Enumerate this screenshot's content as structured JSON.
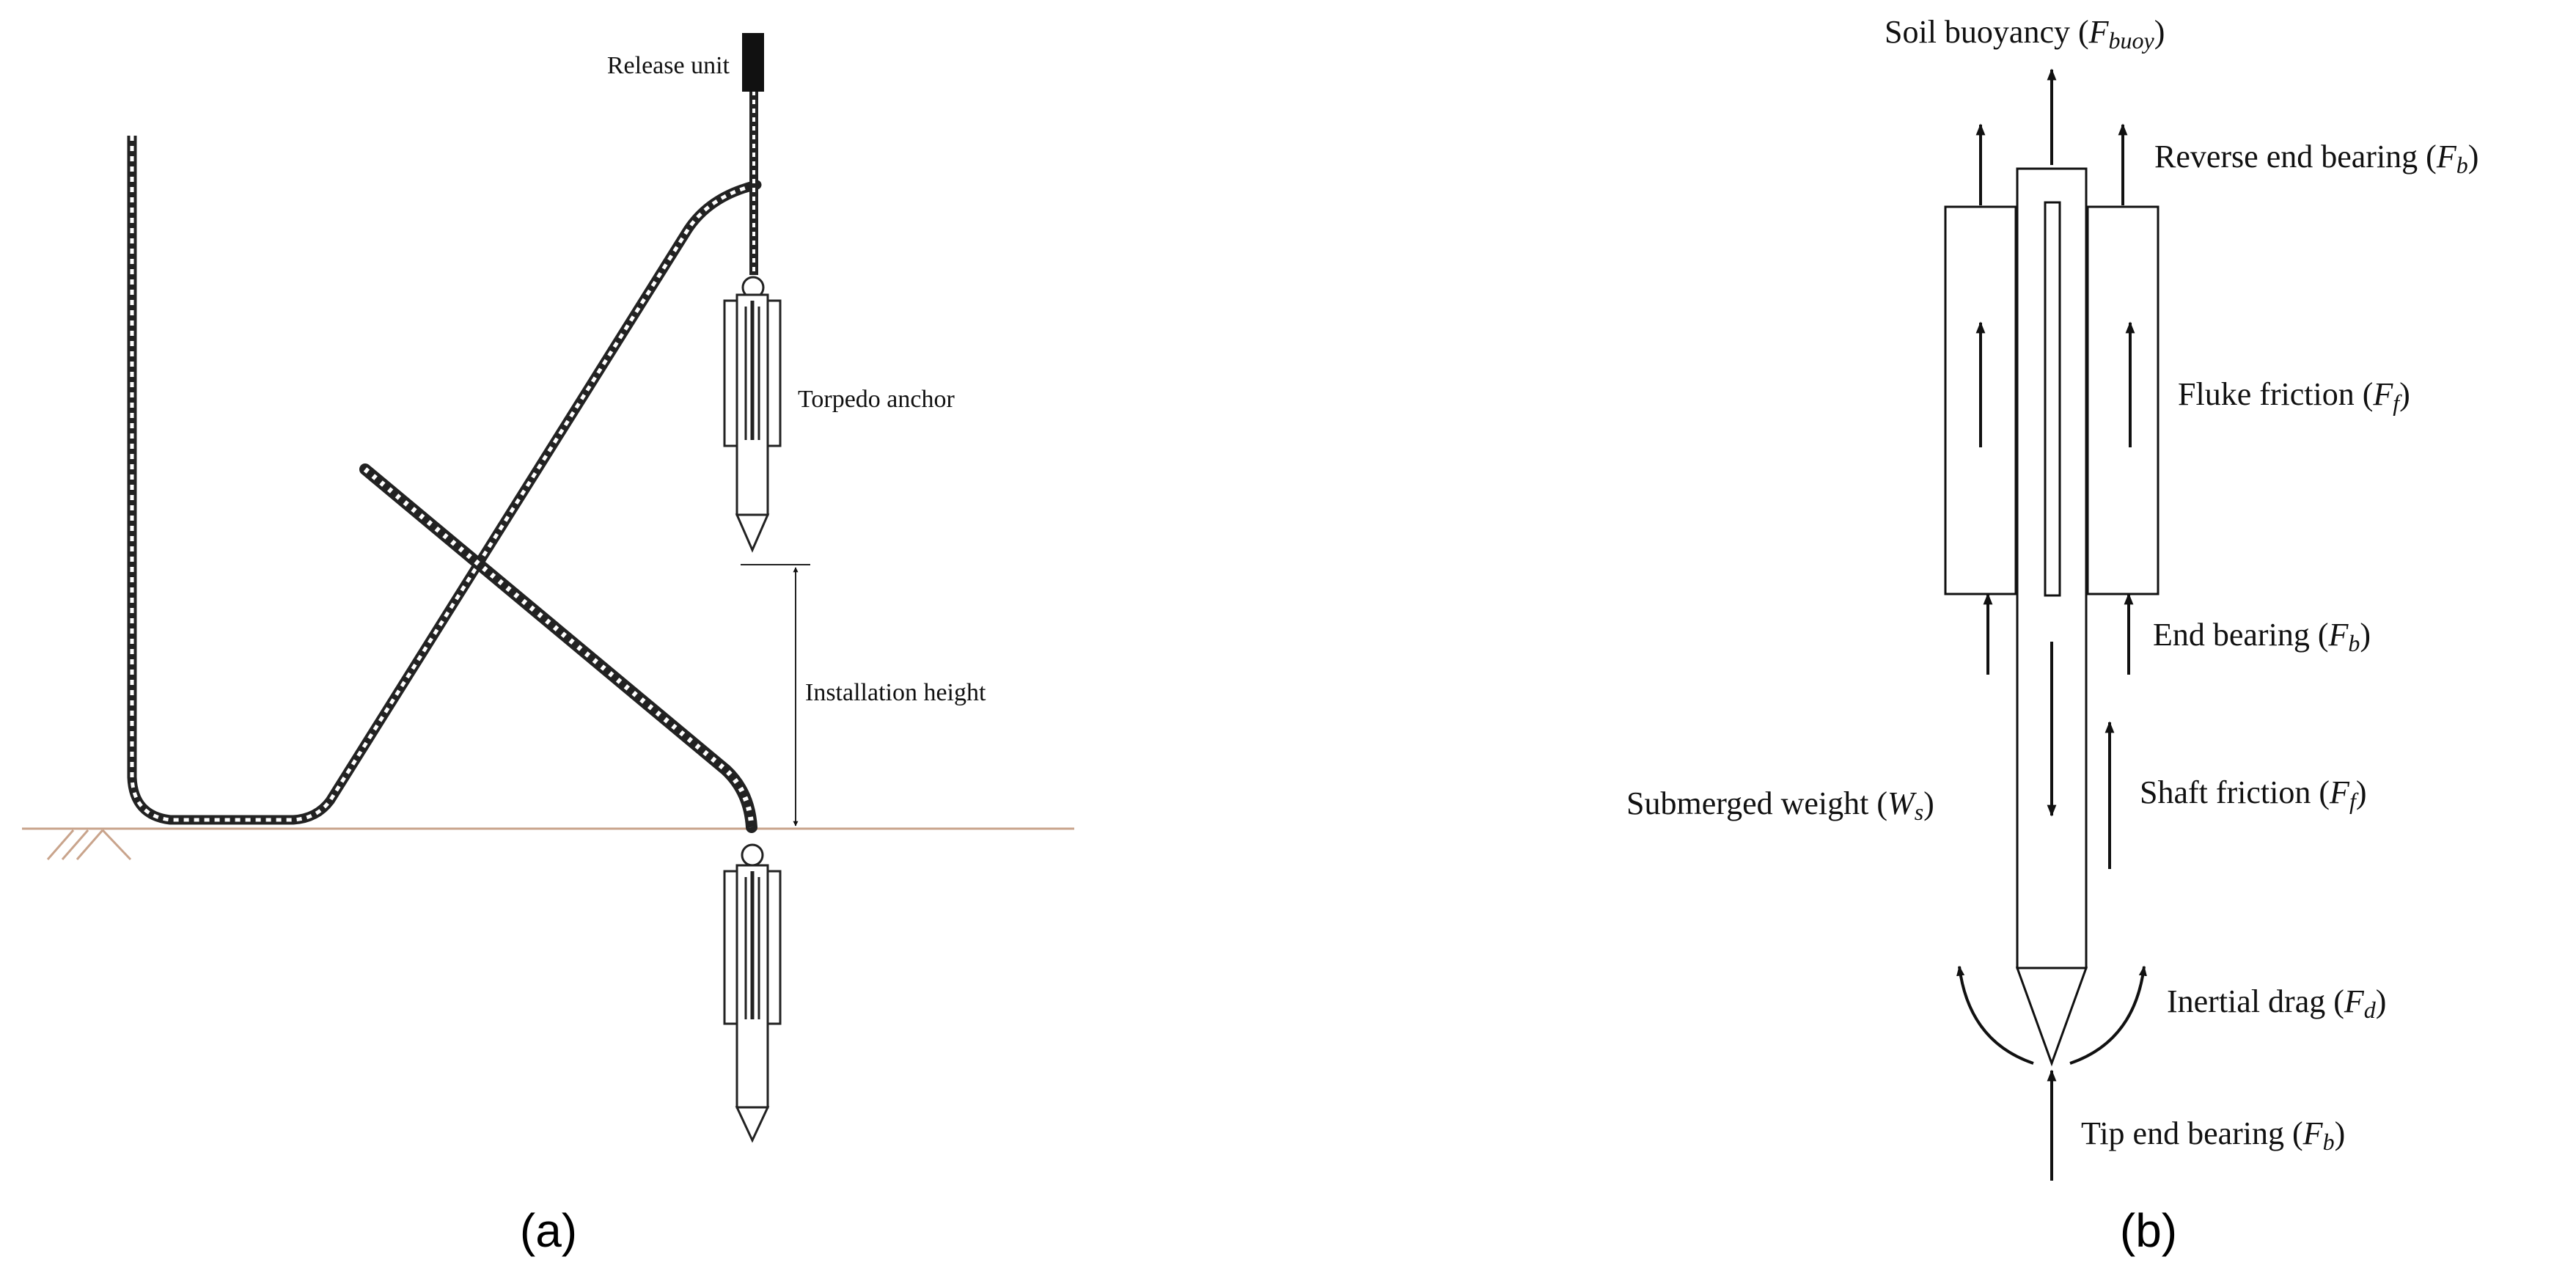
{
  "panel_a": {
    "labels": {
      "release_unit": "Release unit",
      "torpedo_anchor": "Torpedo anchor",
      "installation_height": "Installation height"
    },
    "caption": "(a)"
  },
  "panel_b": {
    "forces": {
      "soil_buoyancy": {
        "text": "Soil buoyancy (",
        "sym": "F",
        "sub": "buoy",
        "close": ")"
      },
      "reverse_end_bearing": {
        "text": "Reverse end bearing (",
        "sym": "F",
        "sub": "b",
        "close": ")"
      },
      "fluke_friction": {
        "text": "Fluke friction (",
        "sym": "F",
        "sub": "f",
        "close": ")"
      },
      "end_bearing": {
        "text": "End bearing (",
        "sym": "F",
        "sub": "b",
        "close": ")"
      },
      "submerged_weight": {
        "text": "Submerged weight (",
        "sym": "W",
        "sub": "s",
        "close": ")"
      },
      "shaft_friction": {
        "text": "Shaft friction (",
        "sym": "F",
        "sub": "f",
        "close": ")"
      },
      "inertial_drag": {
        "text": "Inertial drag (",
        "sym": "F",
        "sub": "d",
        "close": ")"
      },
      "tip_end_bearing": {
        "text": "Tip end bearing (",
        "sym": "F",
        "sub": "b",
        "close": ")"
      }
    },
    "caption": "(b)"
  },
  "colors": {
    "ground_line": "#c9a48c",
    "ink": "#111111"
  }
}
